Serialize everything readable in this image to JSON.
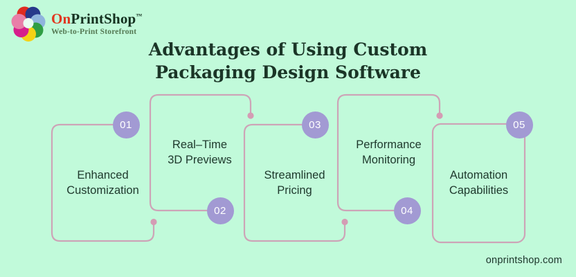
{
  "brand": {
    "name_prefix": "On",
    "name_suffix": "PrintShop",
    "trademark": "™",
    "tagline": "Web-to-Print Storefront"
  },
  "title": "Advantages of Using Custom Packaging Design Software",
  "steps": [
    {
      "number": "01",
      "label": "Enhanced\nCustomization"
    },
    {
      "number": "02",
      "label": "Real–Time\n3D Previews"
    },
    {
      "number": "03",
      "label": "Streamlined\nPricing"
    },
    {
      "number": "04",
      "label": "Performance\nMonitoring"
    },
    {
      "number": "05",
      "label": "Automation\nCapabilities"
    }
  ],
  "footer": {
    "website": "onprintshop.com"
  },
  "colors": {
    "background": "#c1fada",
    "connector_line": "#cda4b7",
    "connector_dot": "#d49cb4",
    "badge_fill": "#a29ad3",
    "badge_text": "#ffffff",
    "title_text": "#1b3527",
    "label_text": "#1e382c",
    "brand_red": "#e0371f",
    "brand_dark": "#14301f",
    "tagline_green": "#567a55"
  }
}
